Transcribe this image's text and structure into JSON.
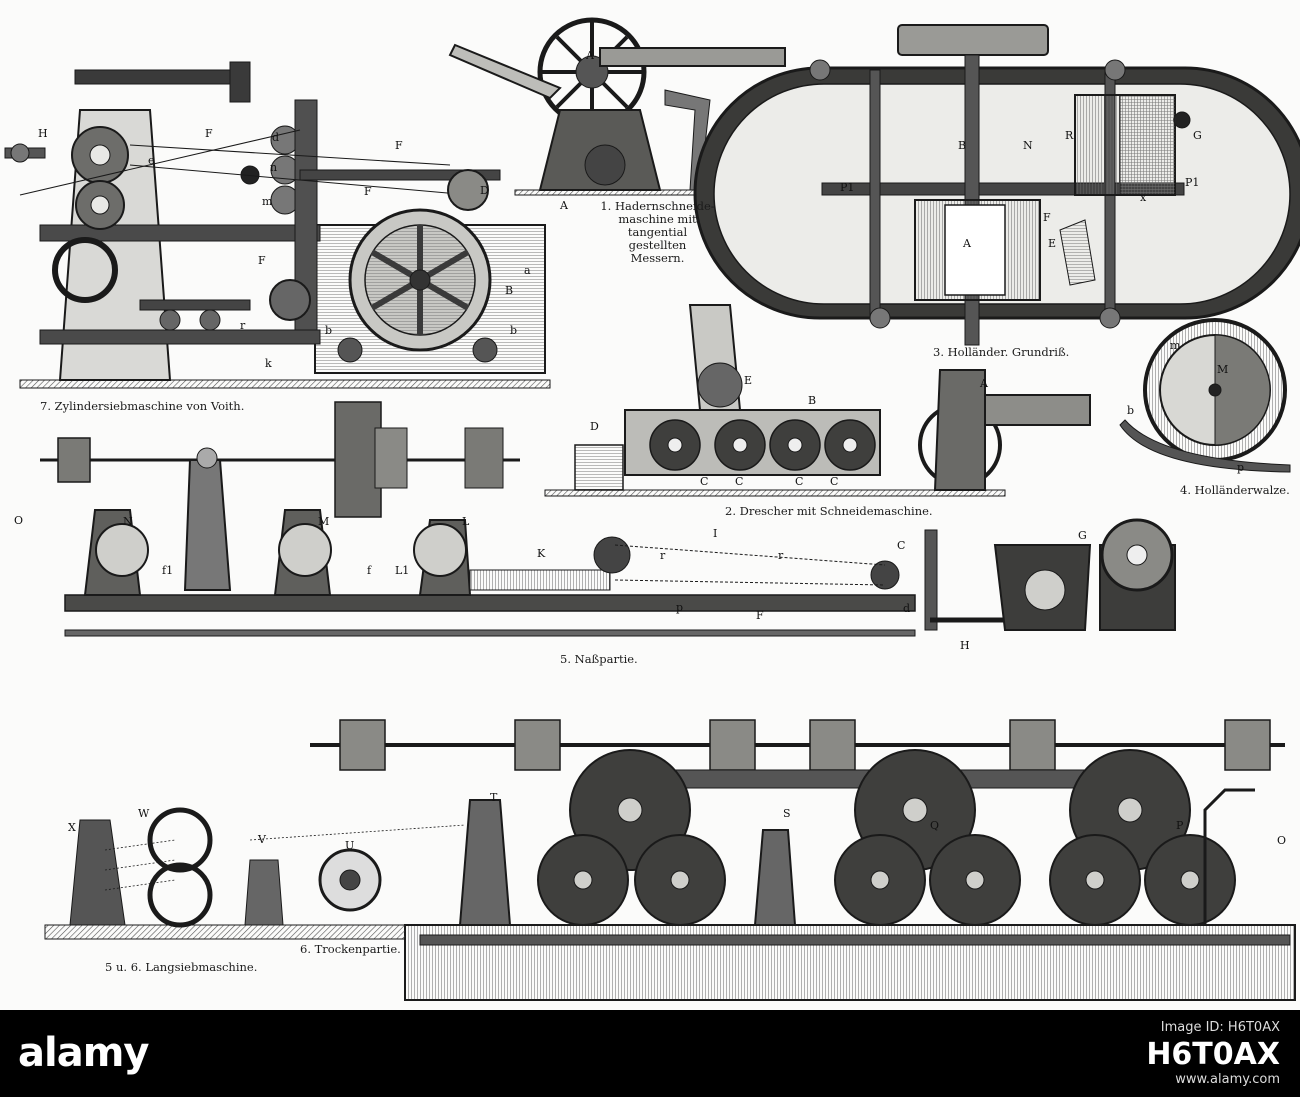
{
  "captions": {
    "c1": "1. Hadernschneide-maschine mit tangential gestellten Messern.",
    "c2": "2. Drescher mit Schneidemaschine.",
    "c3": "3. Holländer. Grundriß.",
    "c4": "4. Holländerwalze.",
    "c5": "5. Naßpartie.",
    "c6": "6. Trockenpartie.",
    "c56": "5 u. 6. Langsiebmaschine.",
    "c7": "7. Zylindersiebmaschine von Voith."
  },
  "letters": {
    "f7": [
      "H",
      "F",
      "d",
      "F",
      "e",
      "n",
      "F",
      "D",
      "m",
      "a",
      "F",
      "B",
      "r",
      "b",
      "b",
      "k"
    ],
    "f1": [
      "A",
      "A"
    ],
    "f3": [
      "B",
      "N",
      "R",
      "G",
      "P1",
      "P1",
      "x",
      "F",
      "A",
      "E"
    ],
    "f2": [
      "E",
      "A",
      "B",
      "D",
      "C",
      "C",
      "C",
      "C"
    ],
    "f4": [
      "m",
      "M",
      "b",
      "p"
    ],
    "f5": [
      "O",
      "N",
      "M",
      "L",
      "I",
      "C",
      "K",
      "f1",
      "f",
      "L1",
      "r",
      "r",
      "p",
      "F",
      "d",
      "H",
      "G"
    ],
    "f6": [
      "X",
      "W",
      "V",
      "U",
      "T",
      "S",
      "Q",
      "P",
      "O"
    ]
  },
  "stock": {
    "logo_main": "alamy",
    "image_label": "Image ID: H6T0AX",
    "image_id": "H6T0AX",
    "site": "www.alamy.com"
  },
  "colors": {
    "ink": "#1a1a1a",
    "paper": "#fbfbfa",
    "bar": "#000000"
  }
}
